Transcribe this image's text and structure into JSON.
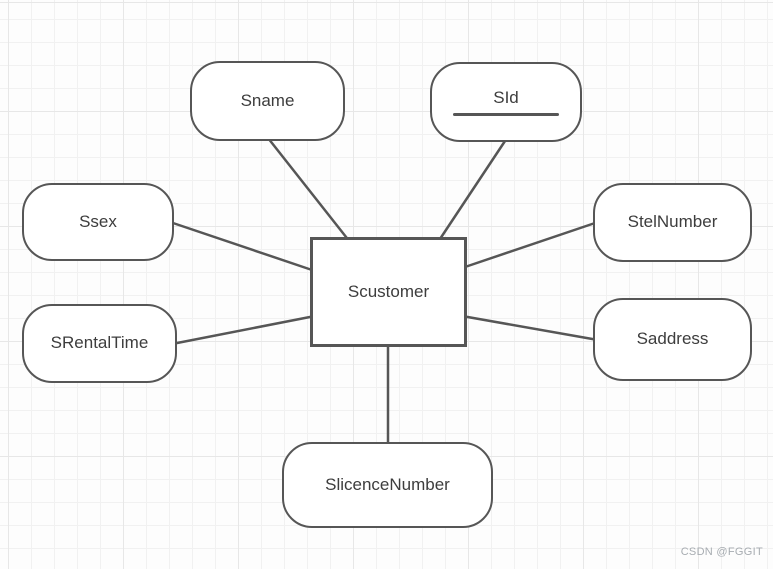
{
  "diagram": {
    "type": "er-diagram",
    "entity": {
      "label": "Scustomer"
    },
    "attributes": [
      {
        "label": "Sname",
        "primary_key": false
      },
      {
        "label": "SId",
        "primary_key": true
      },
      {
        "label": "Ssex",
        "primary_key": false
      },
      {
        "label": "StelNumber",
        "primary_key": false
      },
      {
        "label": "SRentalTime",
        "primary_key": false
      },
      {
        "label": "Saddress",
        "primary_key": false
      },
      {
        "label": "SlicenceNumber",
        "primary_key": false
      }
    ],
    "connections": [
      "Scustomer-Sname",
      "Scustomer-SId",
      "Scustomer-Ssex",
      "Scustomer-StelNumber",
      "Scustomer-SRentalTime",
      "Scustomer-Saddress",
      "Scustomer-SlicenceNumber"
    ]
  },
  "colors": {
    "shape_stroke": "#565656",
    "shape_fill": "#ffffff",
    "text": "#3d3d3d",
    "grid_minor": "#f1f1f1",
    "grid_major": "#e7e7e7",
    "canvas_background": "#fdfdfd",
    "watermark": "#a7acb1"
  },
  "watermark": {
    "text": "CSDN @FGGIT"
  }
}
